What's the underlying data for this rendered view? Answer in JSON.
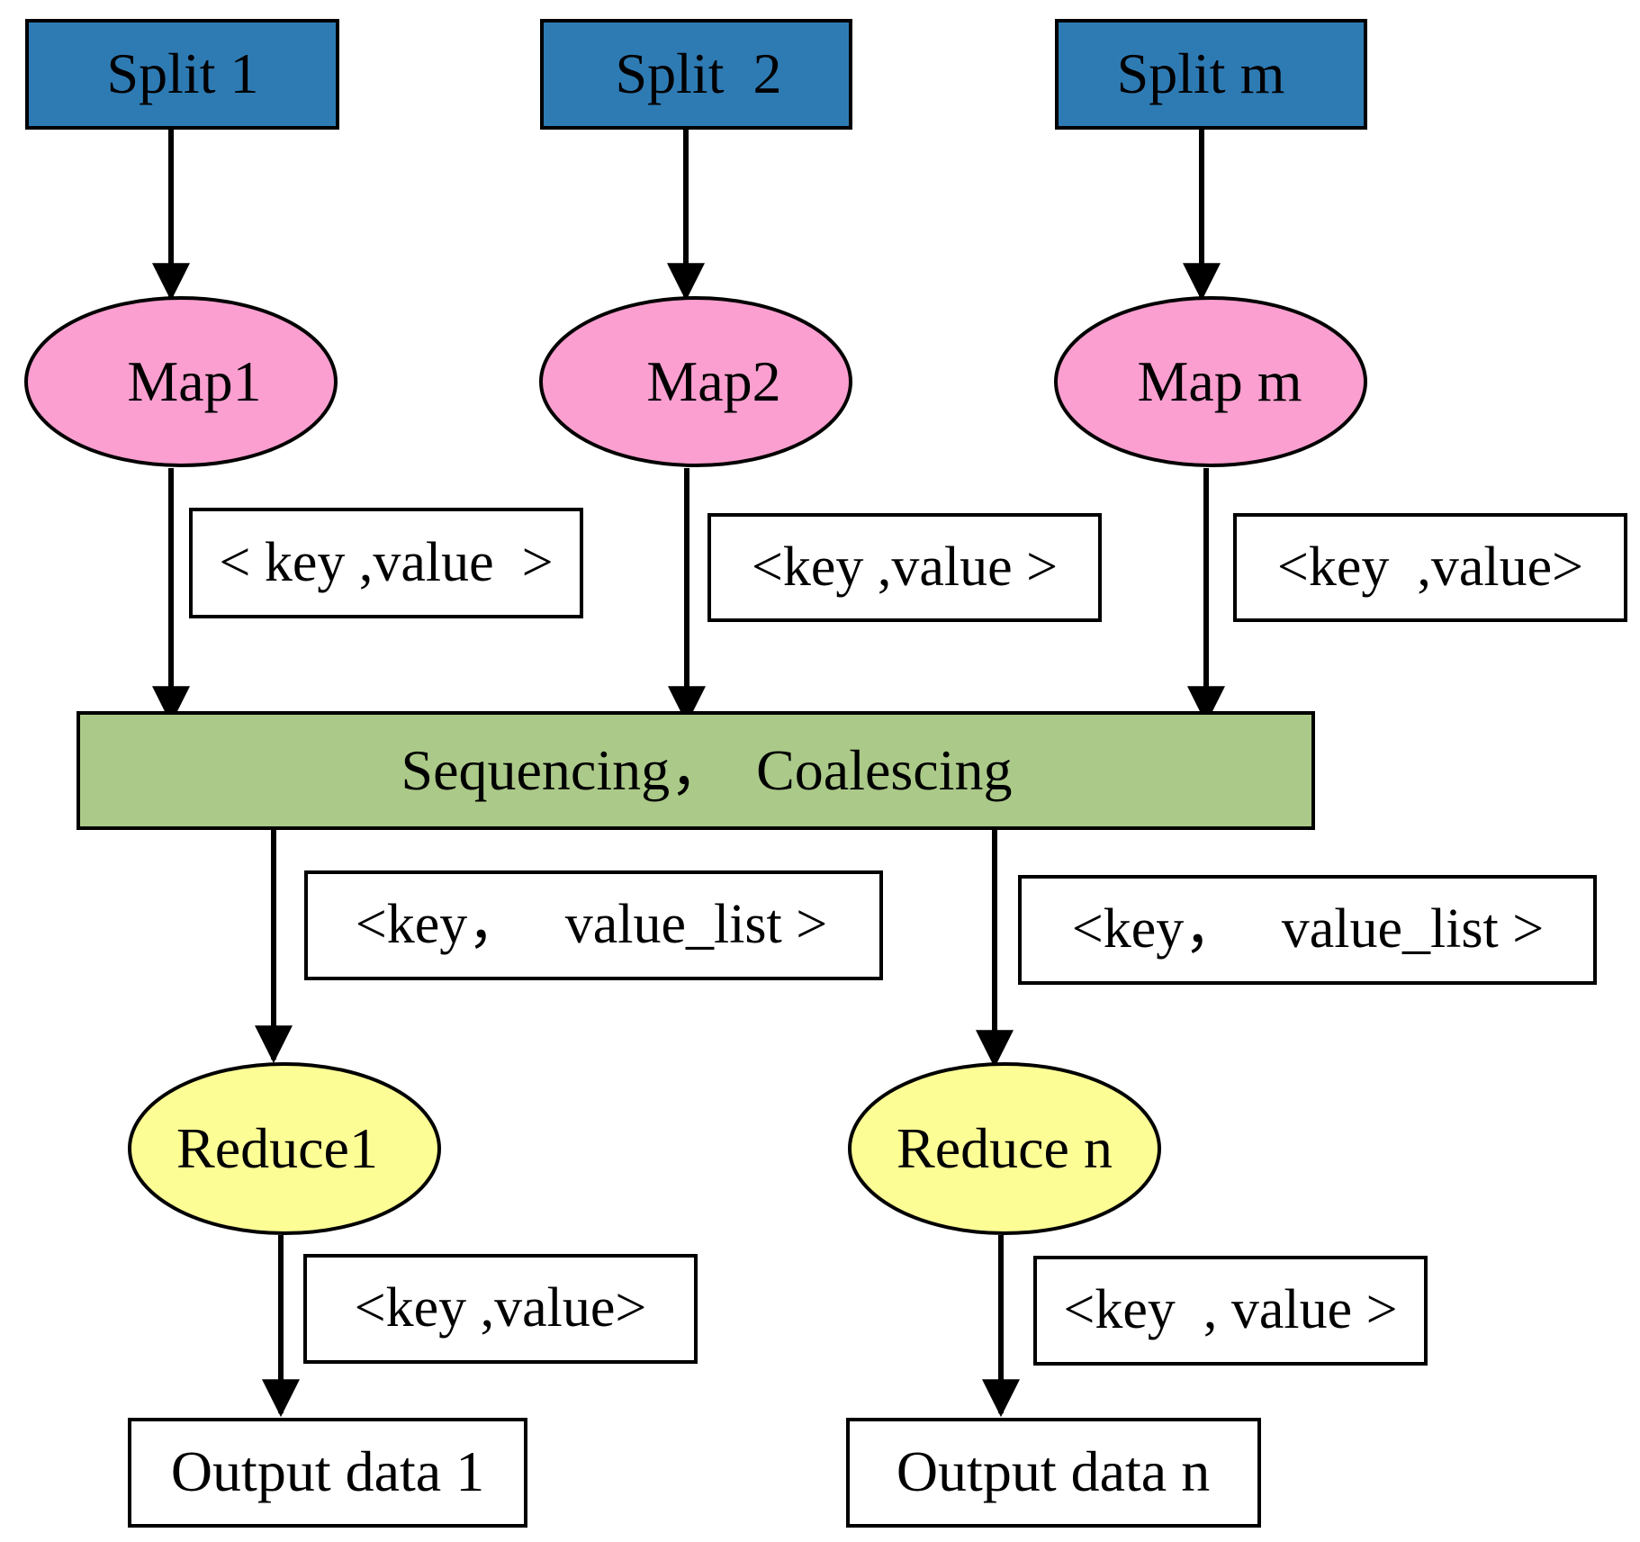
{
  "colors": {
    "split_fill": "#2e7bb4",
    "map_fill": "#fa9fd0",
    "merge_fill": "#abc988",
    "reduce_fill": "#fdfd96",
    "output_fill": "#ffffff",
    "label_fill": "#ffffff",
    "stroke": "#000000"
  },
  "splits": [
    {
      "label": "Split 1"
    },
    {
      "label": "Split  2"
    },
    {
      "label": "Split m"
    }
  ],
  "maps": [
    {
      "label": "Map1"
    },
    {
      "label": "Map2"
    },
    {
      "label": "Map m"
    }
  ],
  "map_outputs": [
    {
      "label": "< key ,value  >"
    },
    {
      "label": "<key ,value >"
    },
    {
      "label": "<key  ,value>"
    }
  ],
  "merge": {
    "label": "Sequencing，  Coalescing"
  },
  "shuffle_outputs": [
    {
      "label": "<key，   value_list >"
    },
    {
      "label": "<key，   value_list >"
    }
  ],
  "reduces": [
    {
      "label": "Reduce1"
    },
    {
      "label": "Reduce n"
    }
  ],
  "reduce_outputs": [
    {
      "label": "<key ,value>"
    },
    {
      "label": "<key  , value >"
    }
  ],
  "outputs": [
    {
      "label": "Output data 1"
    },
    {
      "label": "Output data n"
    }
  ]
}
